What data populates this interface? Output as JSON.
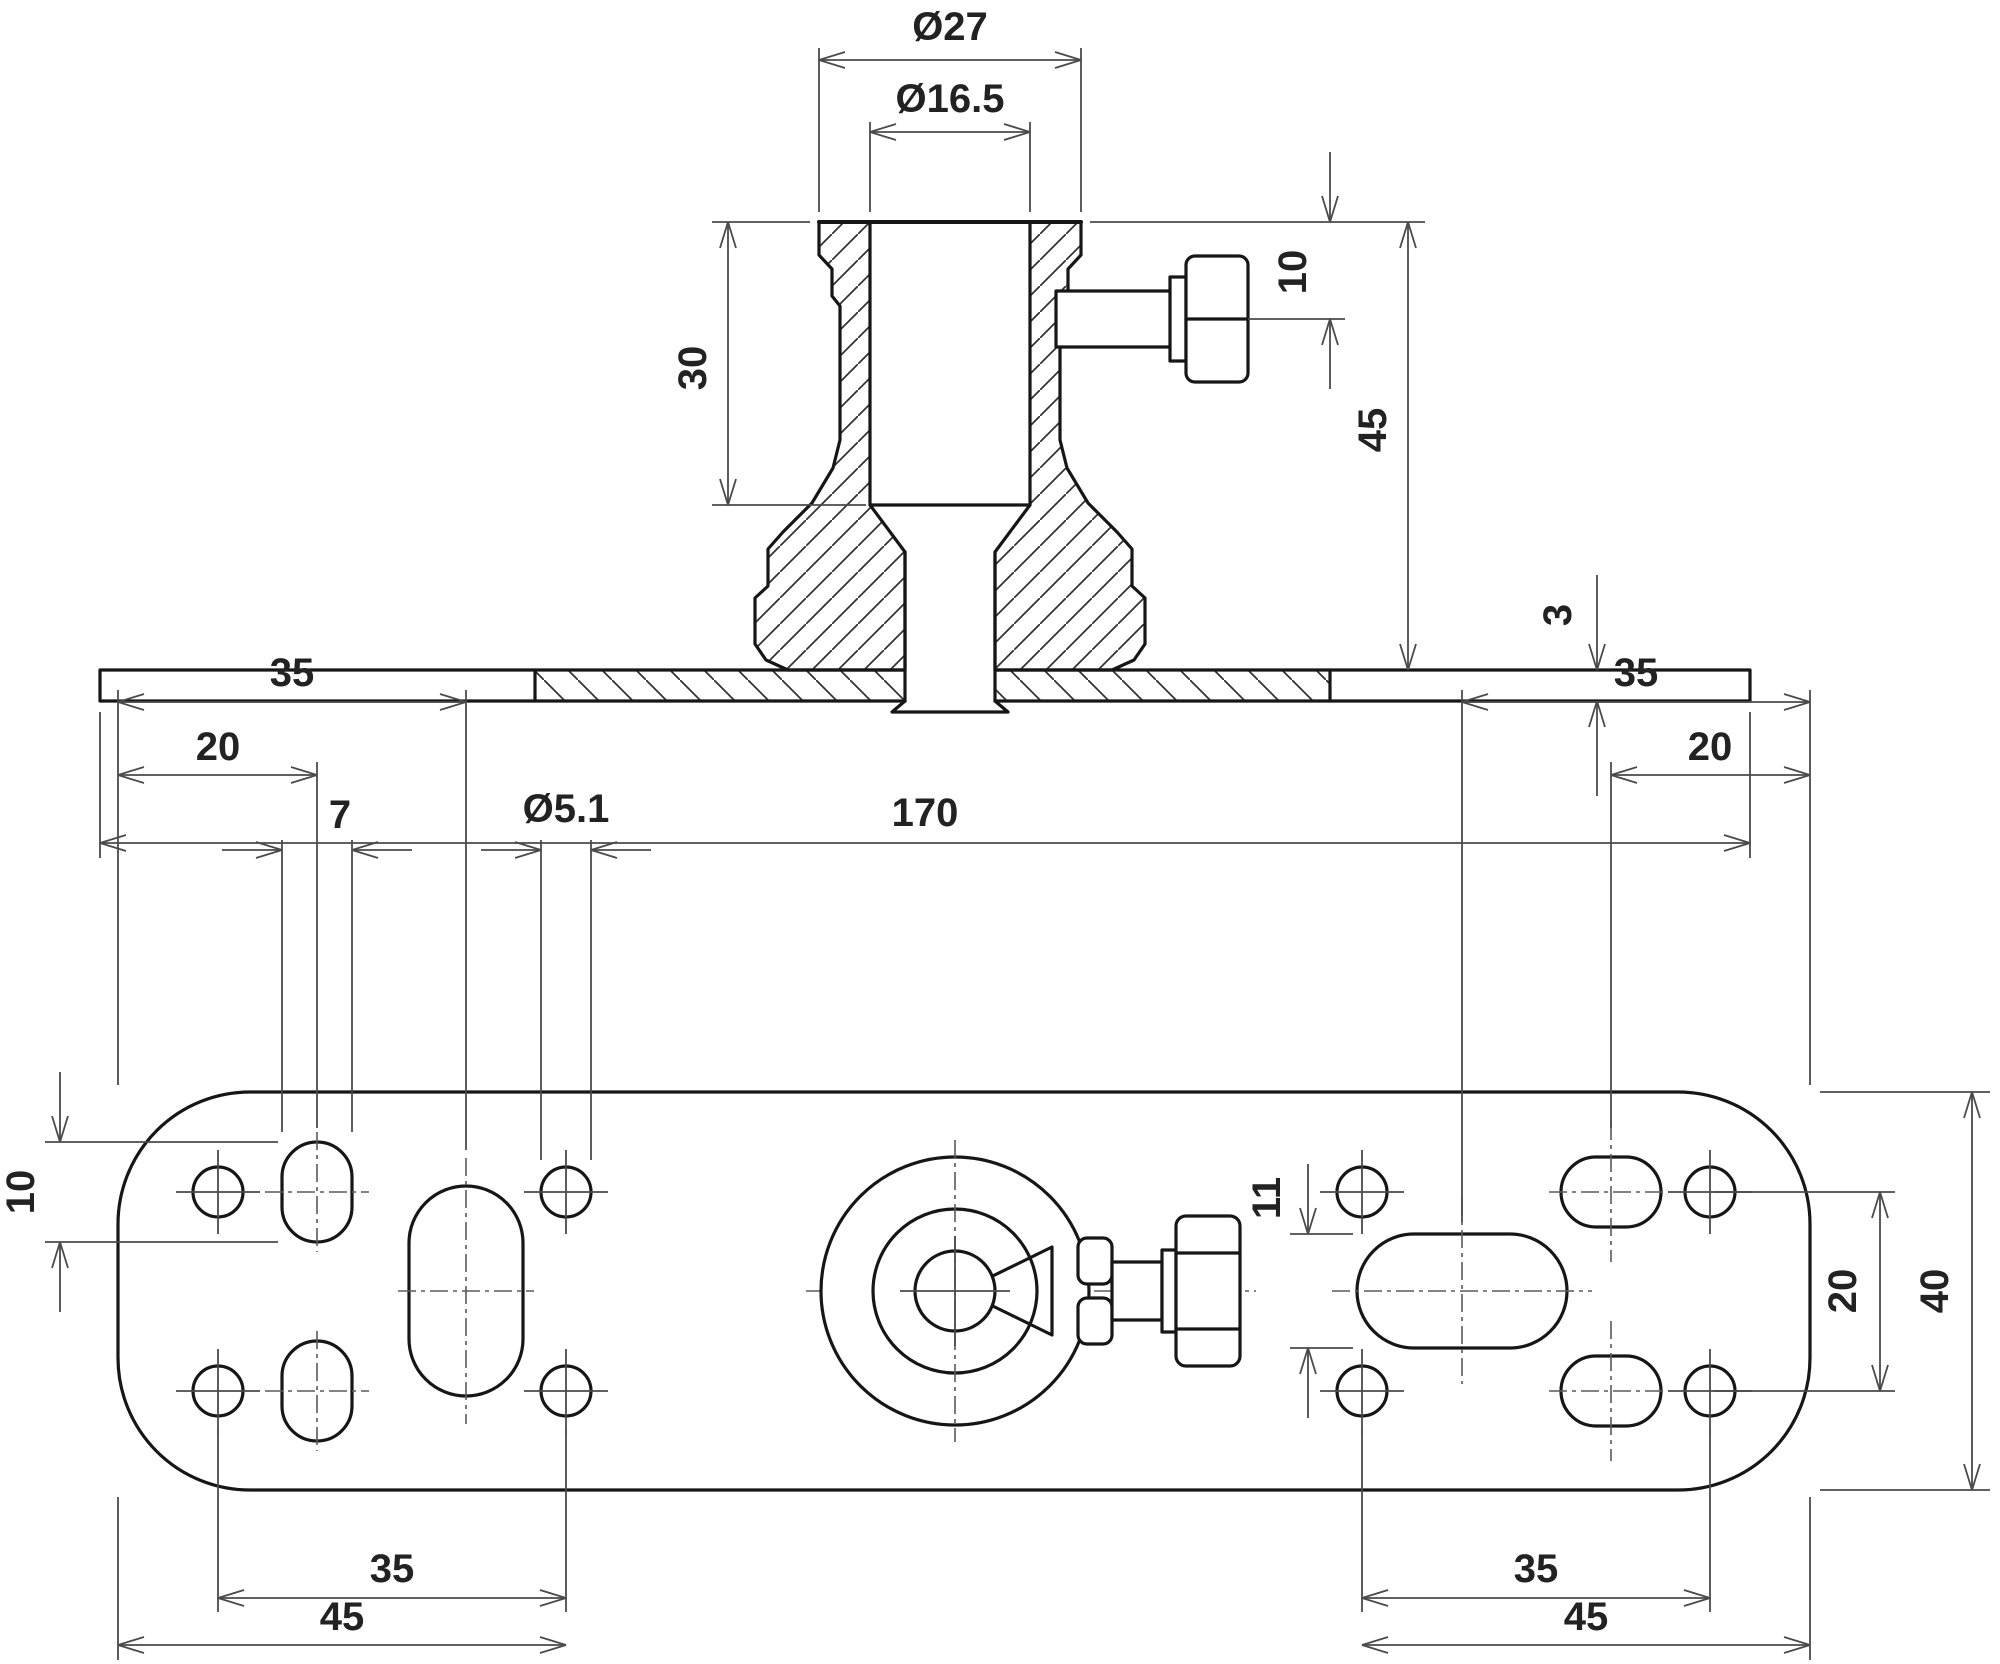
{
  "drawing": {
    "kind": "technical-dimension-drawing",
    "views": {
      "section": {
        "dims": {
          "collar_dia": "Ø27",
          "bore_dia": "Ø16.5",
          "bolt_offset": "10",
          "bore_depth": "30",
          "total_height": "45",
          "plate_thickness": "3",
          "plate_length": "170"
        }
      },
      "plan": {
        "dims": {
          "tl_slot_from_edge": "35",
          "tl_oval_from_edge": "20",
          "oval_width": "7",
          "hole_dia": "Ø5.1",
          "oval_height": "10",
          "tr_slot_from_edge": "35",
          "tr_oval_from_edge": "20",
          "slot_height": "11",
          "right_hole_pitch": "20",
          "plate_width": "40",
          "bottom_left_pitch": "35",
          "bottom_left_from_edge": "45",
          "bottom_right_pitch": "35",
          "bottom_right_from_edge": "45"
        }
      }
    },
    "colors": {
      "line": "#161616",
      "dim": "#4a4a4a",
      "background": "#ffffff"
    }
  }
}
